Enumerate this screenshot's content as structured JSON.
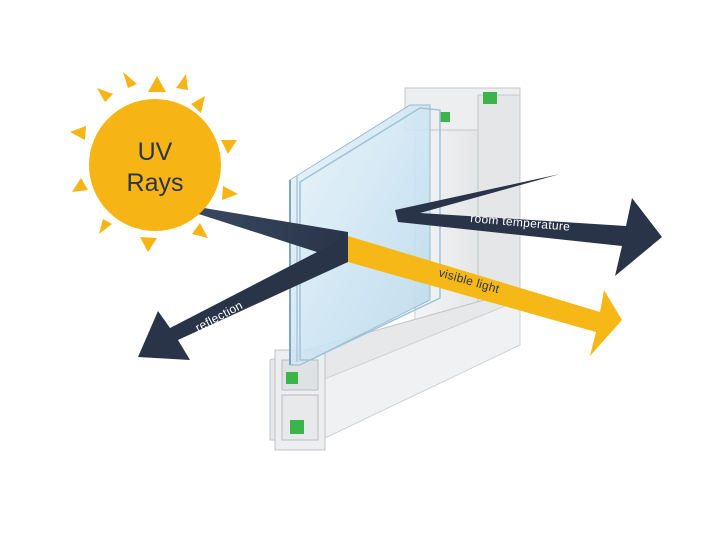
{
  "sun": {
    "label_line1": "UV",
    "label_line2": "Rays"
  },
  "arrows": {
    "reflection": "reflection",
    "room_temperature": "room temperature",
    "visible_light": "visible light"
  },
  "colors": {
    "sun_yellow": "#f7b515",
    "arrow_navy": "#293449",
    "light_yellow": "#f6b816",
    "glass_blue": "#cfe6f3",
    "frame_grey": "#e9ebec",
    "gasket_green": "#3db44a"
  }
}
